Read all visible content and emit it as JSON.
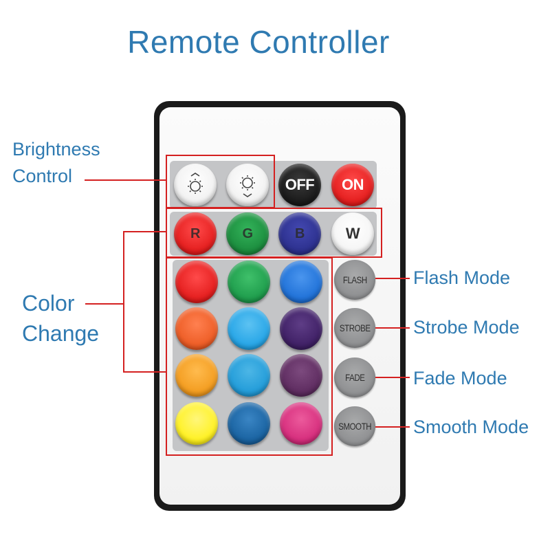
{
  "title": "Remote Controller",
  "labels": {
    "brightness_line1": "Brightness",
    "brightness_line2": "Control",
    "color_line1": "Color",
    "color_line2": "Change",
    "flash_mode": "Flash Mode",
    "strobe_mode": "Strobe Mode",
    "fade_mode": "Fade Mode",
    "smooth_mode": "Smooth Mode"
  },
  "buttons": {
    "off": "OFF",
    "on": "ON",
    "r": "R",
    "g": "G",
    "b": "B",
    "w": "W",
    "flash": "FLASH",
    "strobe": "STROBE",
    "fade": "FADE",
    "smooth": "SMOOTH"
  },
  "colors": {
    "label": "#2f7ab1",
    "callout": "#d42020",
    "off": "#161616",
    "on": "#e21b1b",
    "r": "#e21b1b",
    "g": "#1a8a3c",
    "b": "#2b2f8c",
    "w": "#f4f4f4",
    "grid": [
      [
        "#e21b1b",
        "#1c9a4a",
        "#1d6fd6"
      ],
      [
        "#ec5a22",
        "#22a3e6",
        "#3d1e63"
      ],
      [
        "#f29a1c",
        "#1f9ad8",
        "#5c2a5e"
      ],
      [
        "#fff11a",
        "#17609e",
        "#d42a7a"
      ]
    ]
  }
}
